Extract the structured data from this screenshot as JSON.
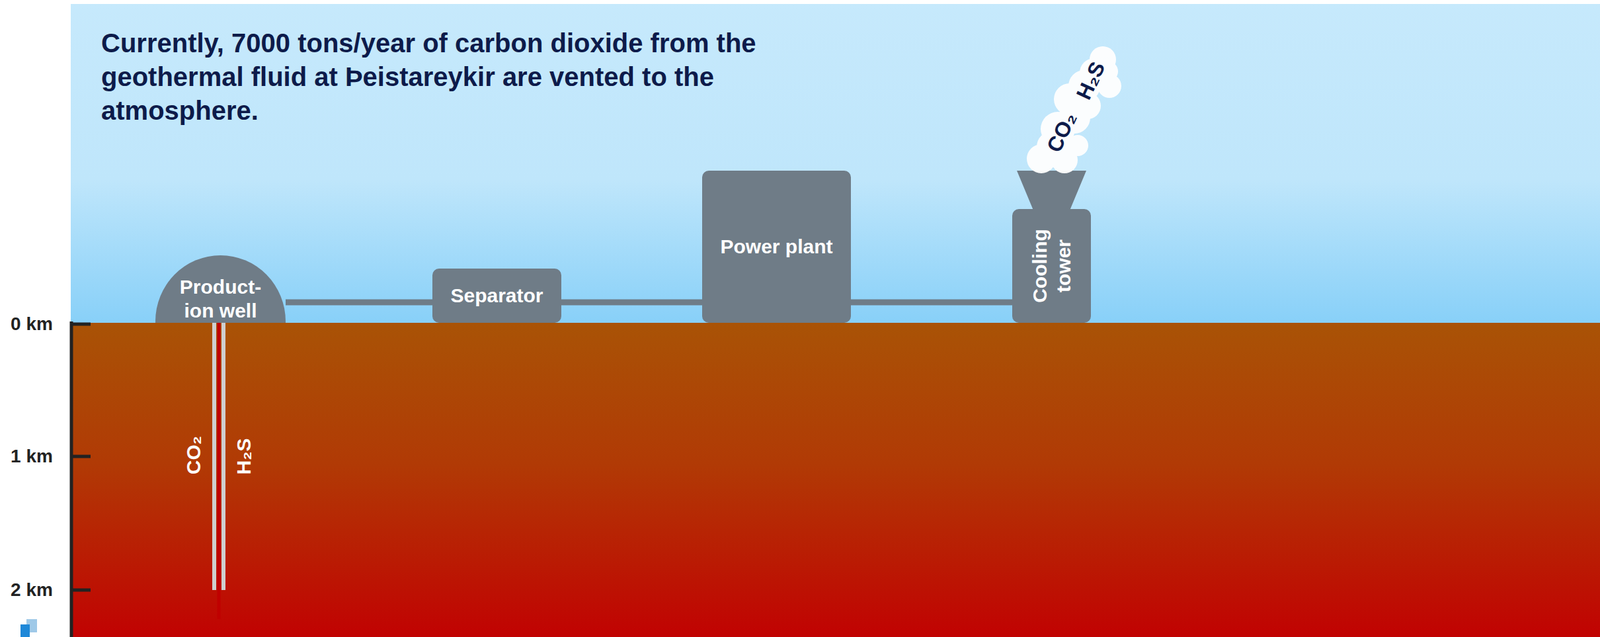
{
  "diagram": {
    "title": "Currently, 7000 tons/year of carbon dioxide from the geothermal fluid at Þeistareykir are vented to the atmosphere.",
    "nodes": [
      {
        "text": [
          "Product- ion well"
        ]
      },
      {
        "text": [
          "Separator"
        ]
      },
      {
        "text": [
          "Power plant"
        ]
      },
      {
        "text": [
          "Cooling tower"
        ]
      }
    ],
    "edges": [
      {
        "from": 0,
        "to": 1,
        "arrow": "none"
      },
      {
        "from": 1,
        "to": 2,
        "arrow": "none"
      },
      {
        "from": 2,
        "to": 3,
        "arrow": "none"
      }
    ],
    "labels": [
      "0 km",
      "1 km",
      "2 km",
      "CO₂",
      "H₂S",
      "CO₂",
      "H₂S"
    ]
  }
}
